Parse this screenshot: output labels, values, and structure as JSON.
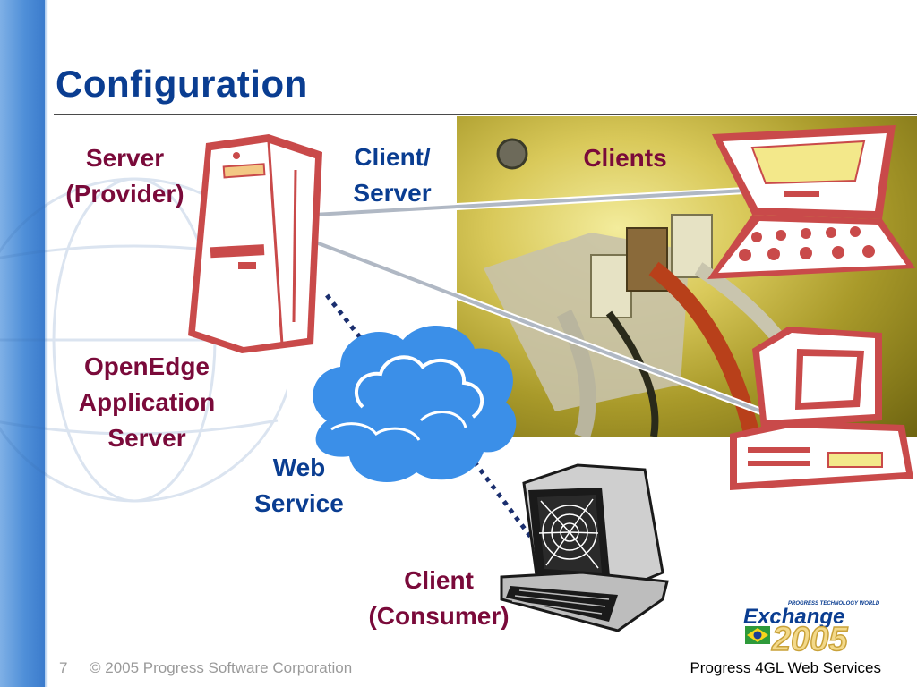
{
  "slide": {
    "title": "Configuration",
    "page_number": "7",
    "copyright": "© 2005 Progress Software Corporation",
    "footer_title": "Progress 4GL Web Services"
  },
  "diagram": {
    "server_label_line1": "Server",
    "server_label_line2": "(Provider)",
    "appserver_line1": "OpenEdge",
    "appserver_line2": "Application",
    "appserver_line3": "Server",
    "clientserver_line1": "Client/",
    "clientserver_line2": "Server",
    "clients_label": "Clients",
    "webservice_line1": "Web",
    "webservice_line2": "Service",
    "consumer_line1": "Client",
    "consumer_line2": "(Consumer)"
  },
  "logo": {
    "tagline": "PROGRESS TECHNOLOGY WORLD",
    "word": "Exchange",
    "year": "2005"
  },
  "colors": {
    "title": "#0a3d91",
    "maroon_labels": "#7a0a3a",
    "icon_stroke": "#c94a4a",
    "cloud": "#3b8fe8"
  },
  "icons": [
    "server-tower-icon",
    "laptop-icon",
    "desktop-computer-icon",
    "cloud-icon",
    "web-computer-icon",
    "brazil-flag-icon"
  ]
}
